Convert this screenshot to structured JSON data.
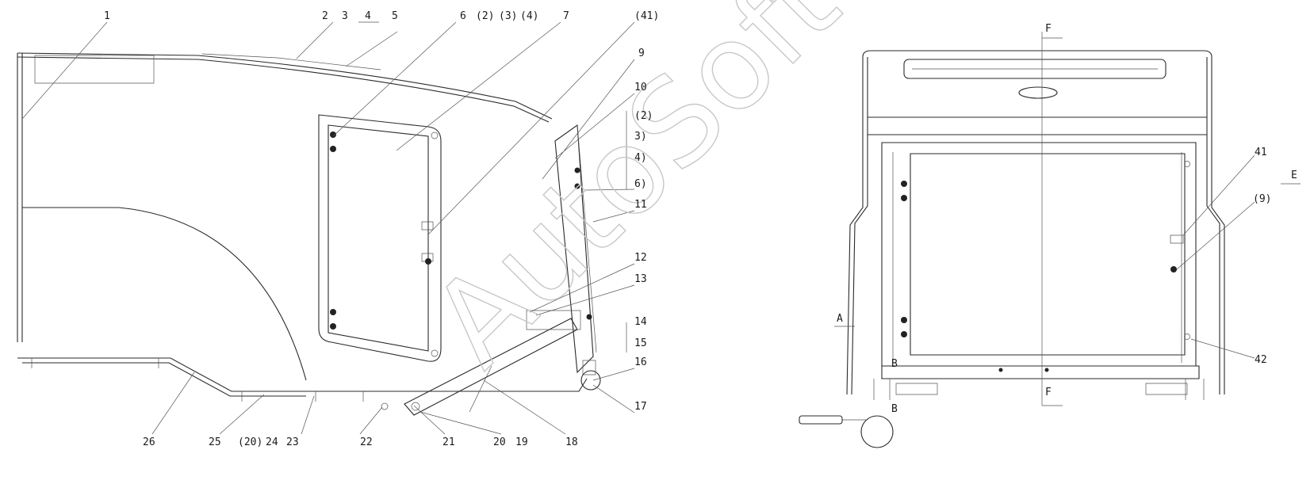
{
  "watermark": "AutoSoft",
  "callouts_side": [
    "1",
    "2",
    "3",
    "4",
    "5",
    "6",
    "(2)",
    "(3)",
    "(4)",
    "7",
    "(41)",
    "9",
    "10",
    "(2)",
    "3)",
    "4)",
    "6)",
    "11",
    "12",
    "13",
    "14",
    "15",
    "16",
    "17",
    "18",
    "20",
    "19",
    "21",
    "22",
    "23",
    "24",
    "(20)",
    "25",
    "26"
  ],
  "callouts_front": [
    "F",
    "F",
    "E",
    "41",
    "(9)",
    "42",
    "A",
    "B",
    "B"
  ]
}
